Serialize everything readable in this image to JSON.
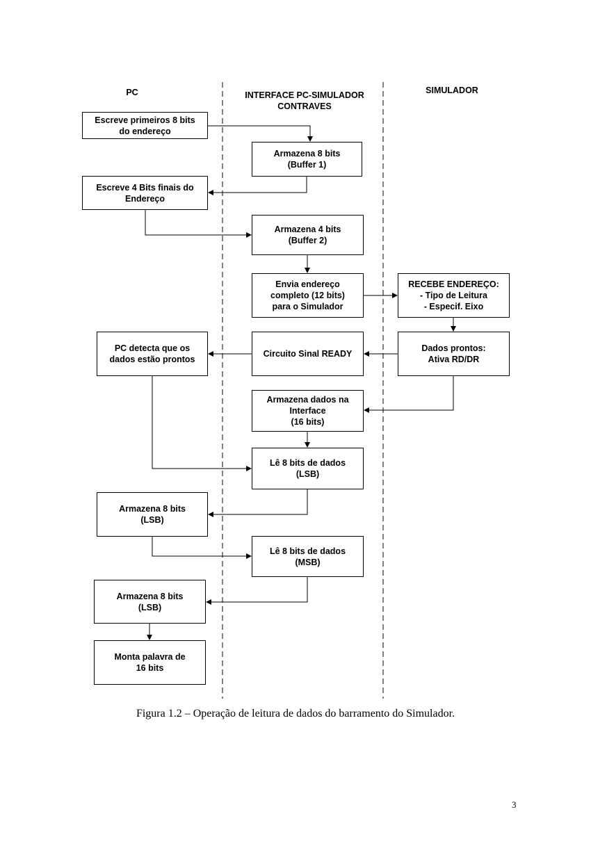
{
  "lanes": {
    "pc": "PC",
    "interface": "INTERFACE PC-SIMULADOR\nCONTRAVES",
    "simulador": "SIMULADOR"
  },
  "steps": {
    "escreve_8": "Escreve primeiros  8 bits\ndo endereço",
    "armazena_buffer1": "Armazena  8 bits\n(Buffer 1)",
    "escreve_4": "Escreve 4  Bits finais do\nEndereço",
    "armazena_buffer2": "Armazena 4 bits\n(Buffer 2)",
    "envia_endereco": "Envia endereço\ncompleto (12 bits)\npara o Simulador",
    "recebe_endereco": "RECEBE ENDEREÇO:\n- Tipo de Leitura\n-  Especif. Eixo",
    "pc_detecta": "PC detecta que os\ndados estão prontos",
    "circuito_ready": "Circuito Sinal READY",
    "dados_prontos": "Dados prontos:\nAtiva  RD/DR",
    "armazena_dados": "Armazena dados na\nInterface\n(16 bits)",
    "le_lsb": "Lê 8 bits de dados\n(LSB)",
    "armazena_lsb_1": "Armazena 8 bits\n(LSB)",
    "le_msb": "Lê 8 bits de dados\n(MSB)",
    "armazena_lsb_2": "Armazena 8 bits\n(LSB)",
    "monta_palavra": "Monta palavra de\n16 bits"
  },
  "caption": "Figura 1.2 – Operação de leitura de dados do barramento do Simulador.",
  "page_number": "3"
}
